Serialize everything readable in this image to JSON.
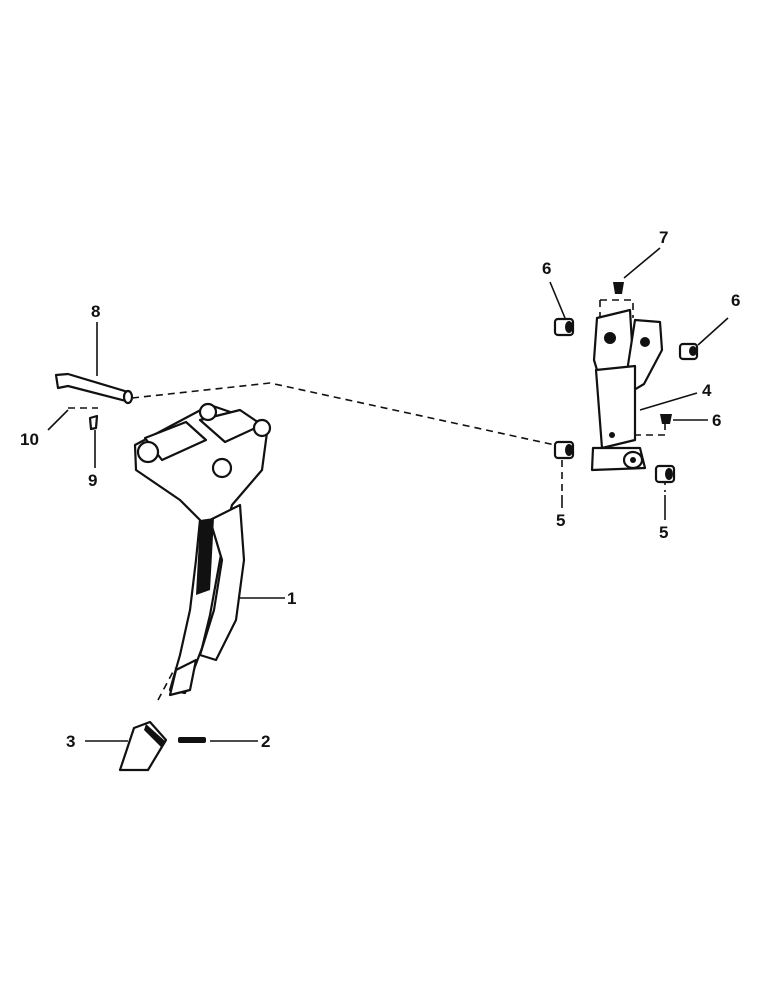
{
  "diagram": {
    "callouts": [
      {
        "id": "c1",
        "label": "1"
      },
      {
        "id": "c2",
        "label": "2"
      },
      {
        "id": "c3",
        "label": "3"
      },
      {
        "id": "c4",
        "label": "4"
      },
      {
        "id": "c5a",
        "label": "5"
      },
      {
        "id": "c5b",
        "label": "5"
      },
      {
        "id": "c6a",
        "label": "6"
      },
      {
        "id": "c6b",
        "label": "6"
      },
      {
        "id": "c6c",
        "label": "6"
      },
      {
        "id": "c7",
        "label": "7"
      },
      {
        "id": "c8",
        "label": "8"
      },
      {
        "id": "c9",
        "label": "9"
      },
      {
        "id": "c10",
        "label": "10"
      }
    ]
  },
  "colors": {
    "ink": "#111111",
    "paper": "#ffffff"
  }
}
